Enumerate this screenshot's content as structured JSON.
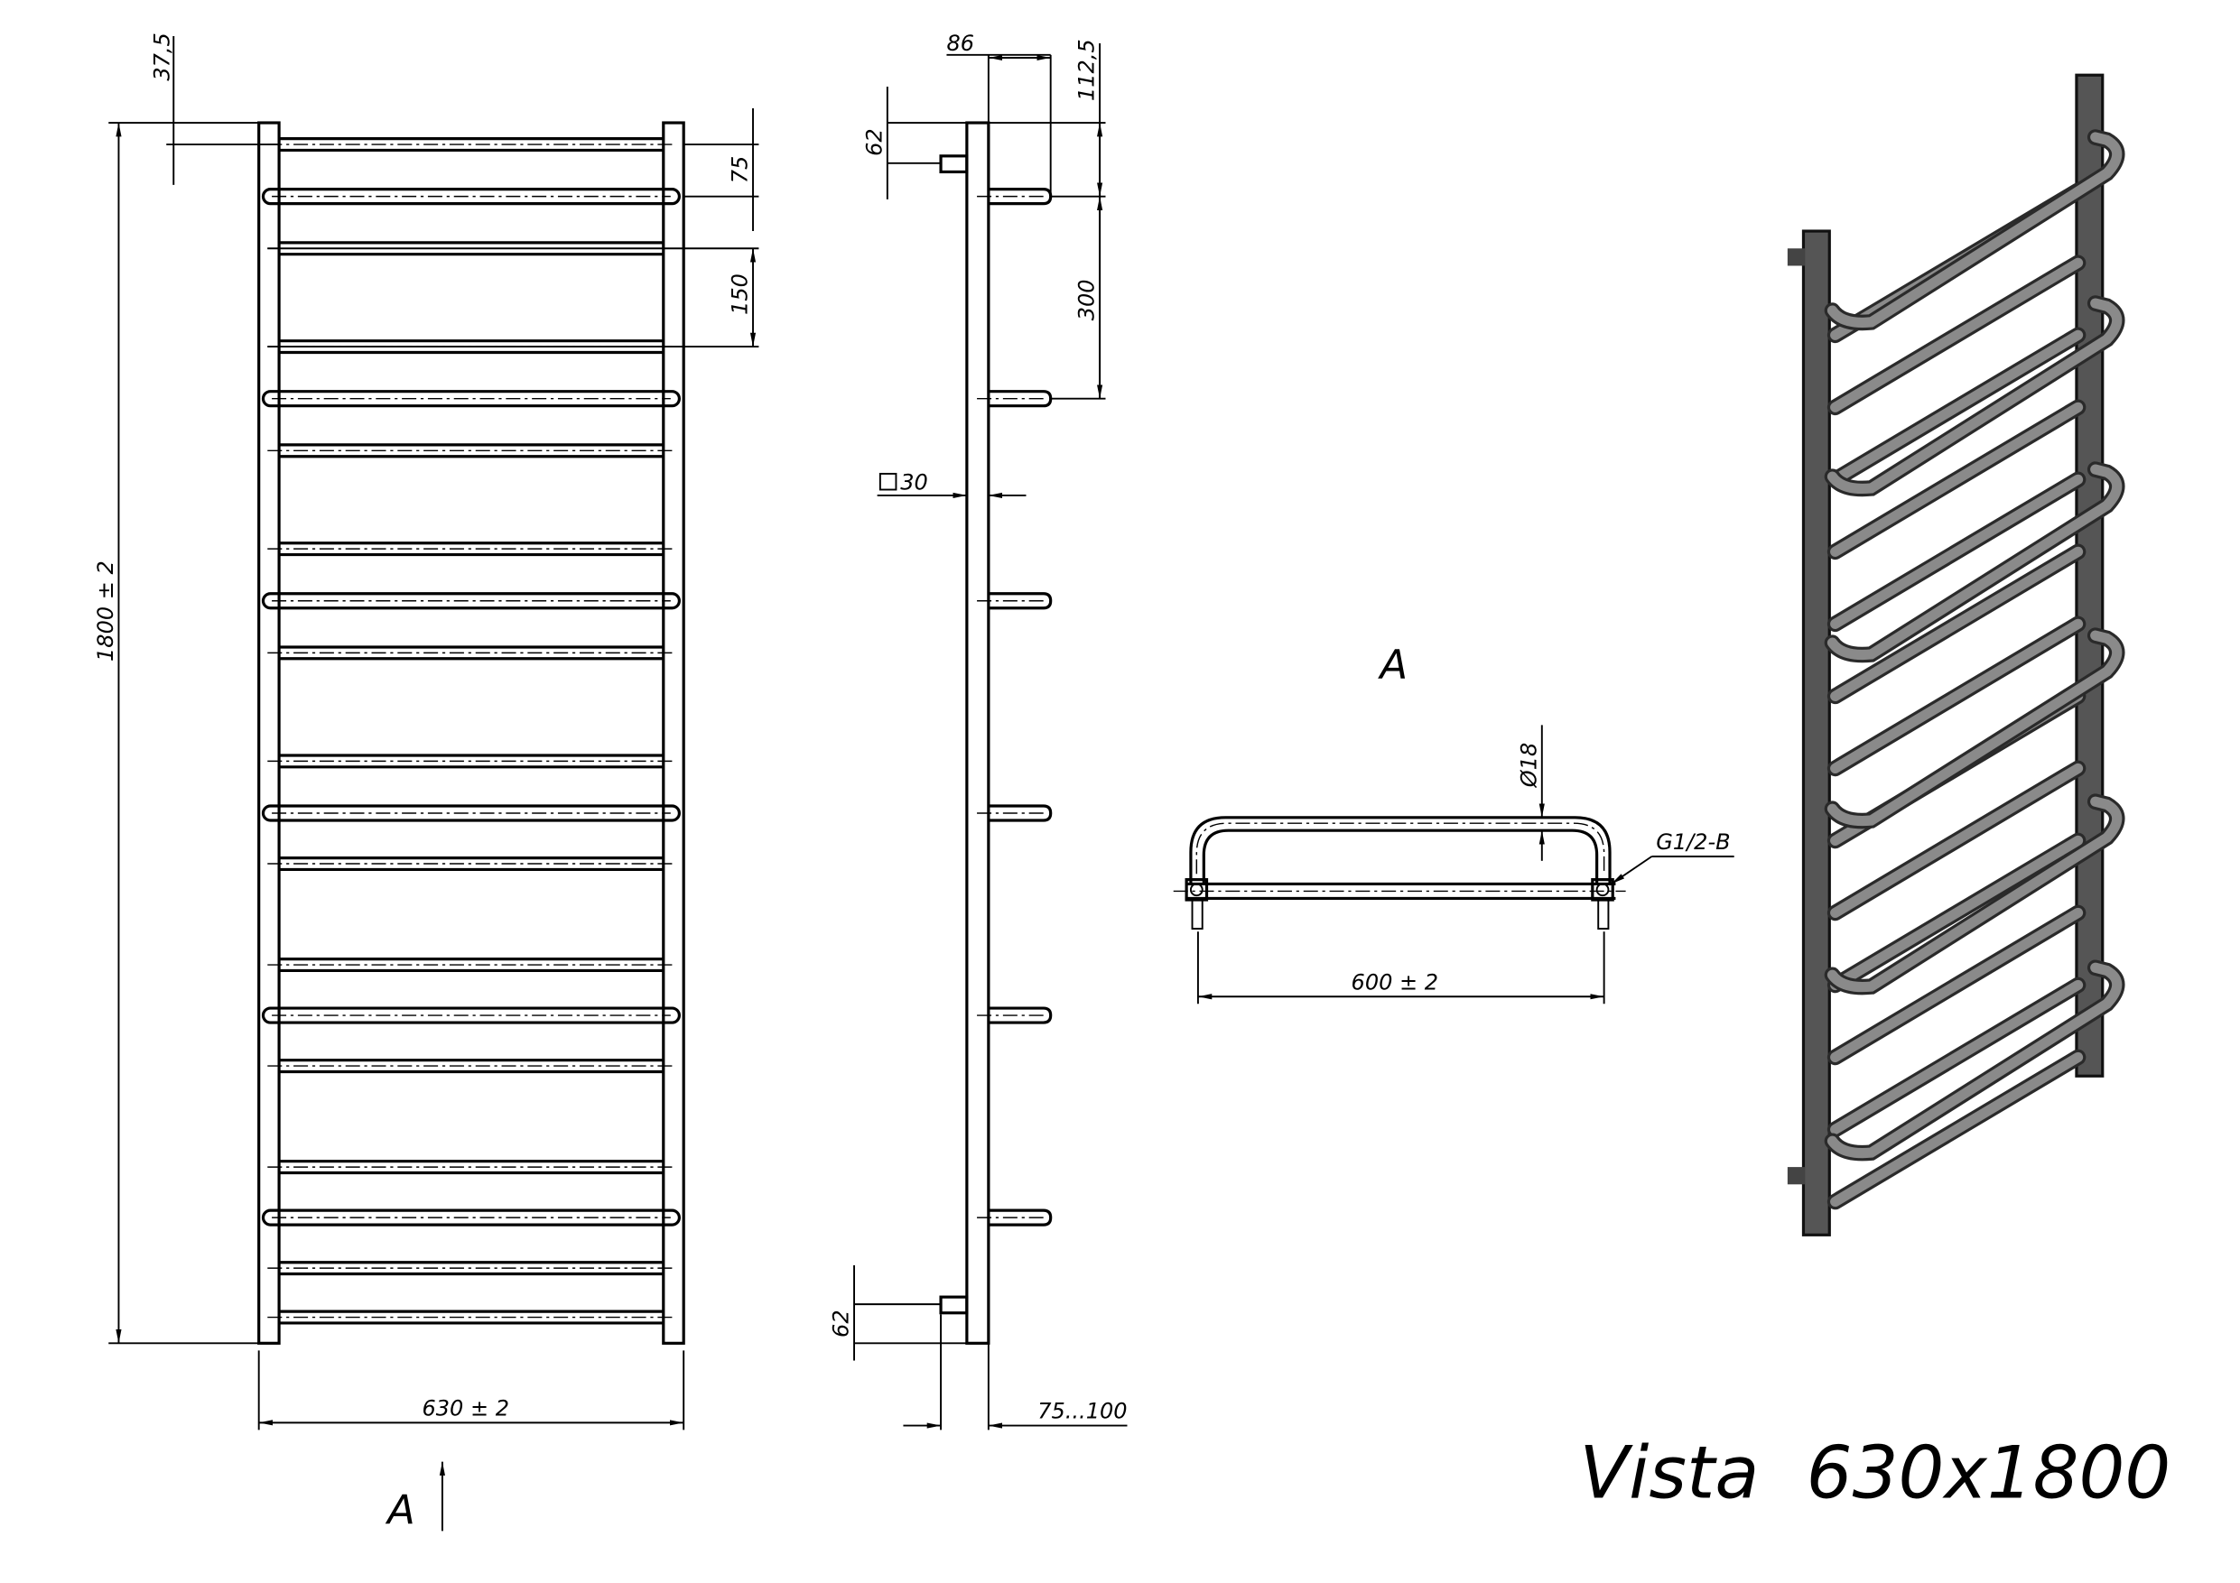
{
  "title": {
    "model": "Vista",
    "size": "630x1800"
  },
  "front_view": {
    "dims": {
      "top_offset": "37,5",
      "first_gap": "75",
      "bar_pitch": "150",
      "height": "1800 ± 2",
      "width": "630 ± 2"
    },
    "view_marker": "A"
  },
  "side_view": {
    "dims": {
      "depth_86": "86",
      "top_112": "112,5",
      "conn_top": "62",
      "hook_pitch": "300",
      "tube_square": "30",
      "conn_bottom": "62",
      "wall_gap": "75...100"
    }
  },
  "view_a": {
    "label": "A",
    "dims": {
      "diameter": "Ø18",
      "thread": "G1/2-B",
      "center_distance": "600 ± 2"
    }
  },
  "colors": {
    "line": "#000000",
    "tube": "#8a8a8a",
    "tube_outline": "#2a2a2a"
  }
}
